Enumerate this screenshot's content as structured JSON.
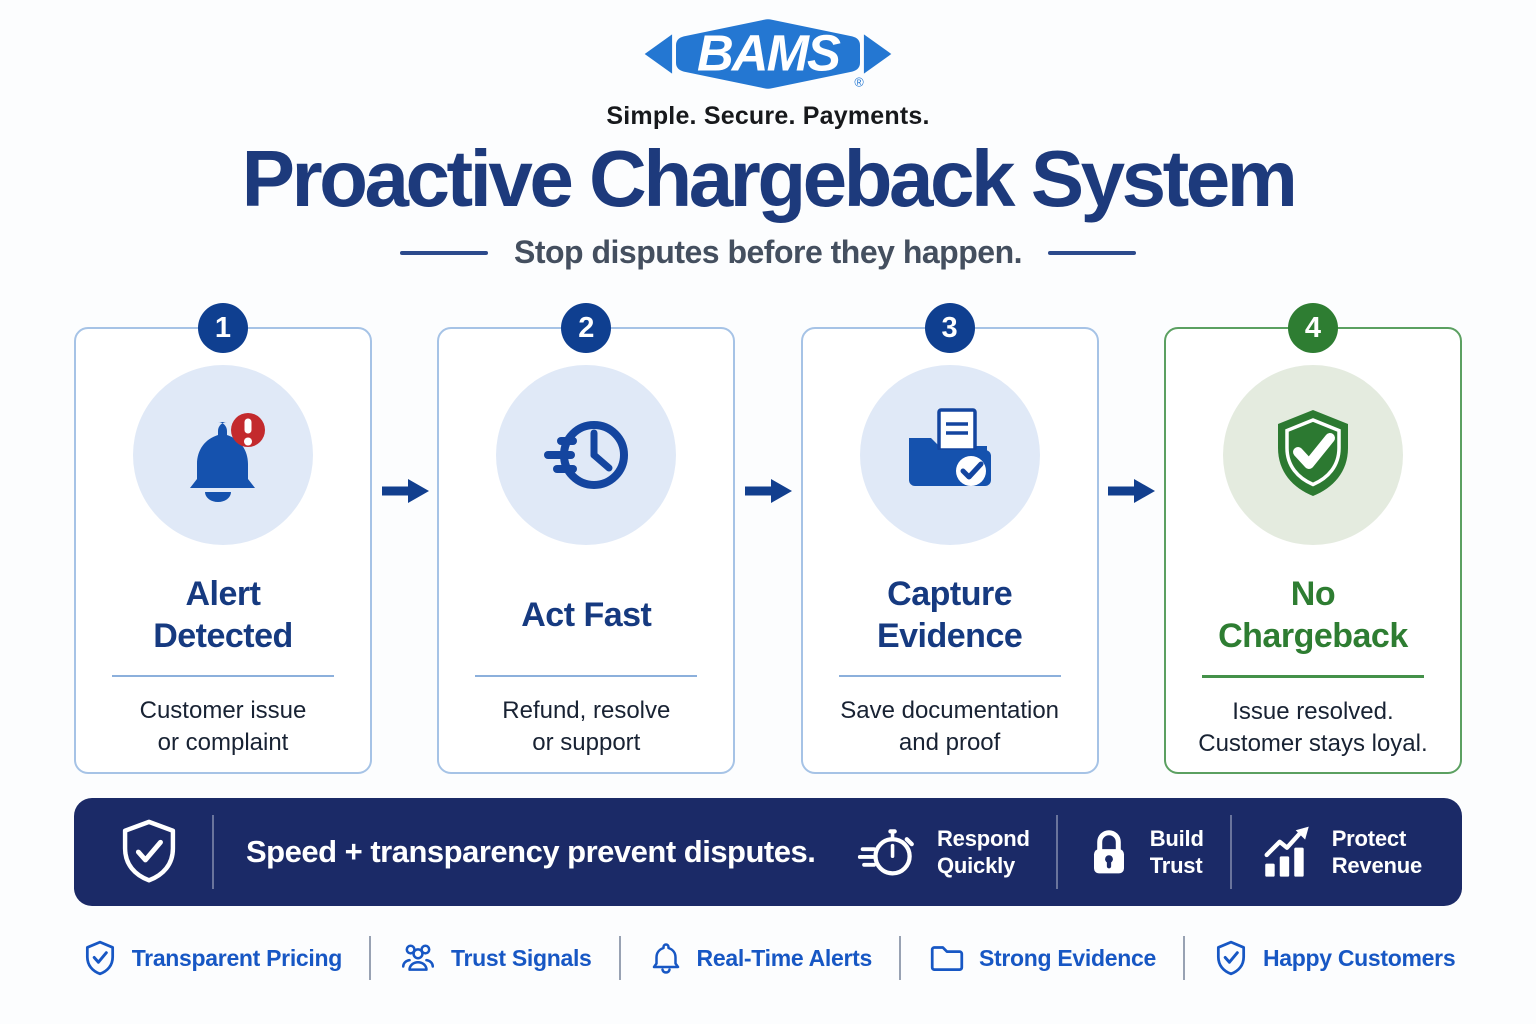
{
  "brand": {
    "logo_text": "BAMS",
    "registered_mark": "®",
    "tagline": "Simple. Secure. Payments.",
    "logo_color": "#2477d2"
  },
  "header": {
    "title": "Proactive Chargeback System",
    "subtitle": "Stop disputes before they happen."
  },
  "steps": [
    {
      "number": "1",
      "icon": "bell-alert-icon",
      "title": "Alert\nDetected",
      "description": "Customer issue\nor complaint",
      "accent": "#0f3f90"
    },
    {
      "number": "2",
      "icon": "fast-clock-icon",
      "title": "Act Fast",
      "description": "Refund, resolve\nor support",
      "accent": "#0f3f90"
    },
    {
      "number": "3",
      "icon": "folder-evidence-icon",
      "title": "Capture\nEvidence",
      "description": "Save documentation\nand proof",
      "accent": "#0f3f90"
    },
    {
      "number": "4",
      "icon": "shield-check-icon",
      "title": "No\nChargeback",
      "description": "Issue resolved.\nCustomer stays loyal.",
      "accent": "#2e7d32"
    }
  ],
  "banner": {
    "background": "#1b2a67",
    "shield_icon": "shield-check-icon",
    "headline": "Speed + transparency prevent disputes.",
    "items": [
      {
        "icon": "stopwatch-icon",
        "label": "Respond\nQuickly"
      },
      {
        "icon": "lock-icon",
        "label": "Build\nTrust"
      },
      {
        "icon": "growth-chart-icon",
        "label": "Protect\nRevenue"
      }
    ]
  },
  "footer": {
    "accent": "#1757c4",
    "items": [
      {
        "icon": "shield-check-icon",
        "label": "Transparent Pricing"
      },
      {
        "icon": "people-icon",
        "label": "Trust Signals"
      },
      {
        "icon": "bell-icon",
        "label": "Real-Time Alerts"
      },
      {
        "icon": "folder-icon",
        "label": "Strong Evidence"
      },
      {
        "icon": "shield-check-icon",
        "label": "Happy Customers"
      }
    ]
  },
  "colors": {
    "title_navy": "#1d3a7c",
    "card_border_blue": "#a6c3e6",
    "card_border_green": "#5ba061",
    "icon_navy": "#1552ae",
    "icon_circle_blue": "#e0e9f7",
    "icon_circle_green": "#e4ebdf",
    "alert_red": "#c32a2d",
    "green": "#2e7d32",
    "banner_navy": "#1b2a67",
    "footer_blue": "#1757c4"
  }
}
